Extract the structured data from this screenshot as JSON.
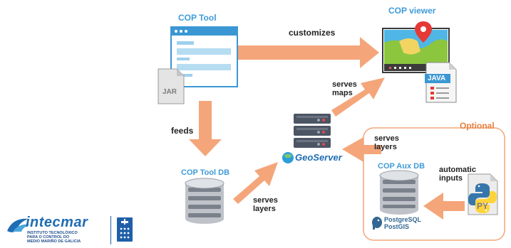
{
  "cop_tool": {
    "title": "COP Tool",
    "jar_label": "JAR"
  },
  "cop_viewer": {
    "title": "COP viewer",
    "java_label": "JAVA"
  },
  "cop_tool_db": {
    "title": "COP Tool DB"
  },
  "cop_aux_db": {
    "title": "COP Aux DB",
    "postgres_line1": "PostgreSQL",
    "postgres_line2": "PostGIS"
  },
  "geoserver": {
    "label": "GeoServer"
  },
  "py_file": {
    "label": "PY"
  },
  "optional_group": {
    "label": "Optional"
  },
  "arrows": {
    "customizes": "customizes",
    "feeds": "feeds",
    "serves_maps_line1": "serves",
    "serves_maps_line2": "maps",
    "serves_layers_line1": "serves",
    "serves_layers_line2": "layers",
    "aux_serves_layers_line1": "serves",
    "aux_serves_layers_line2": "layers",
    "automatic_inputs_line1": "automatic",
    "automatic_inputs_line2": "inputs"
  },
  "logo": {
    "name": "intecmar",
    "subtitle_line1": "INSTITUTO TECNOLÓXICO",
    "subtitle_line2": "PARA O CONTROL DO",
    "subtitle_line3": "MEDIO MARIÑO DE GALICIA"
  },
  "colors": {
    "arrow": "#f4a67a",
    "label_blue": "#3f9bd8",
    "optional_orange": "#e8813e",
    "window_blue": "#3b97d3",
    "server_dark": "#4b5563",
    "python_blue": "#3776ab",
    "python_yellow": "#ffd43b"
  }
}
